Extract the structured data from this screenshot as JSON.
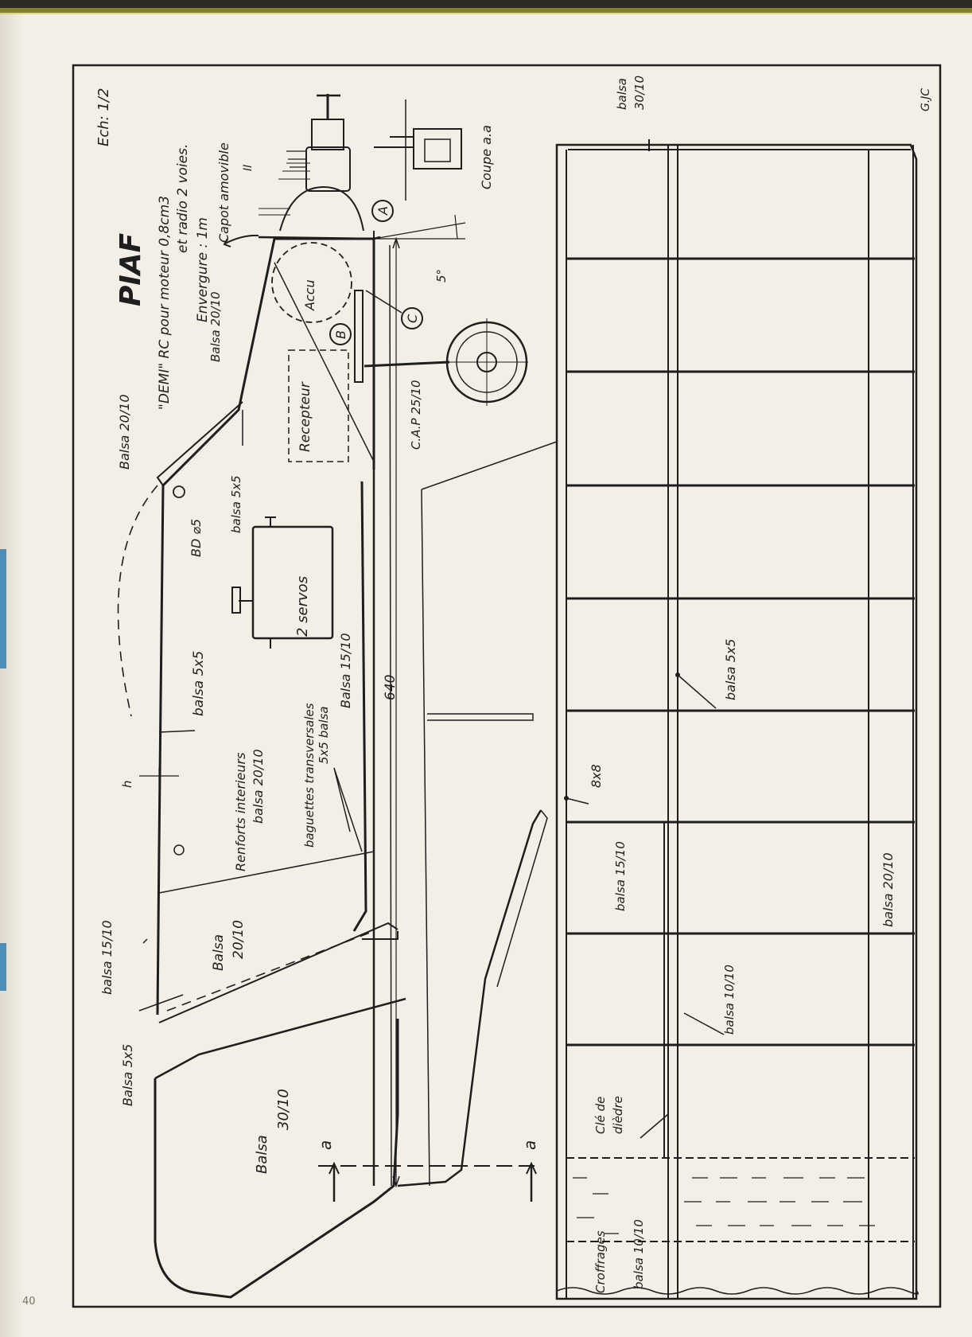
{
  "page_number": "40",
  "title": "PIAF",
  "scale": "Ech: 1/2",
  "description": [
    "\"DEMI\" RC pour moteur 0,8cm3",
    "et radio 2 voies."
  ],
  "wingspan": "Envergure : 1m",
  "author": "G.JC",
  "labels": {
    "capot": "Capot amovible",
    "coupe": "Coupe a.a",
    "roman_two": "II",
    "marker_a": "A",
    "marker_b": "B",
    "marker_c": "C",
    "accu": "Accu",
    "recepteur": "Recepteur",
    "servos": "2 servos",
    "cap": "C.A.P 25/10",
    "dim_640": "640",
    "angle_5": "5°",
    "bd": "BD ⌀5",
    "renforts": [
      "Renforts interieurs",
      "balsa 20/10"
    ],
    "baguettes": [
      "baguettes transversales",
      "5x5 balsa"
    ],
    "section_a": "a",
    "cle": [
      "Clé de",
      "dièdre"
    ],
    "croffrages": "Croffrages",
    "h_mark": "h",
    "balsa_20_10_top": "Balsa 20/10",
    "balsa_20_10_env": "Balsa 20/10",
    "balsa_5x5_a": "balsa 5x5",
    "balsa_5x5_b": "balsa 5x5",
    "balsa_15_10_a": "balsa 15/10",
    "balsa_15_10_b": "Balsa 15/10",
    "balsa_5x5_c": "Balsa 5x5",
    "balsa_20_10_fin": [
      "Balsa",
      "20/10"
    ],
    "balsa_30_10_rudder": [
      "Balsa",
      "30/10"
    ],
    "balsa_10_10_croff": "balsa 10/10",
    "wing_balsa_30_10": [
      "balsa",
      "30/10"
    ],
    "wing_balsa_5x5": "balsa 5x5",
    "wing_8x8": "8x8",
    "wing_balsa_15_10": "balsa 15/10",
    "wing_balsa_10_10": "balsa 10/10",
    "wing_balsa_20_10": "balsa 20/10"
  }
}
